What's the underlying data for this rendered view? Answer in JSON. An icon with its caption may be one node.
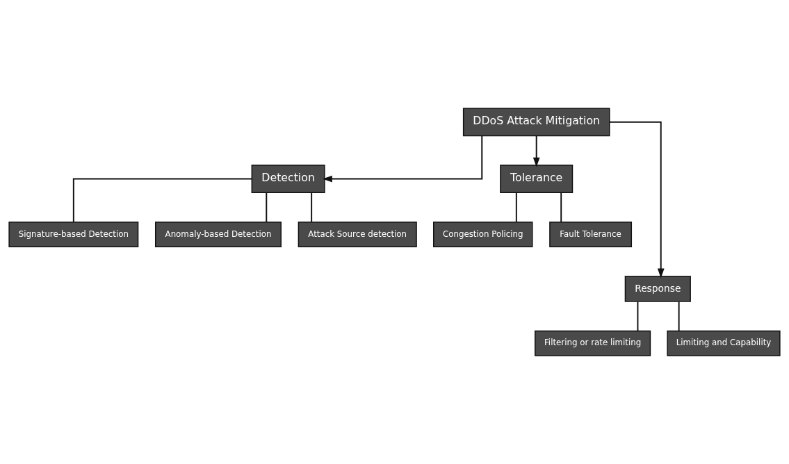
{
  "diagram": {
    "nodes": [
      {
        "text": [
          "DDoS Attack Mitigation"
        ]
      },
      {
        "text": [
          "Detection"
        ]
      },
      {
        "text": [
          "Tolerance"
        ]
      },
      {
        "text": [
          "Signature-based Detection"
        ]
      },
      {
        "text": [
          "Anomaly-based Detection"
        ]
      },
      {
        "text": [
          "Attack Source detection"
        ]
      },
      {
        "text": [
          "Congestion Policing"
        ]
      },
      {
        "text": [
          "Fault Tolerance"
        ]
      },
      {
        "text": [
          "Response"
        ]
      },
      {
        "text": [
          "Filtering or rate limiting"
        ]
      },
      {
        "text": [
          "Limiting and Capability"
        ]
      }
    ],
    "edges": [
      {
        "from": 0,
        "to": 1,
        "arrow": "to"
      },
      {
        "from": 0,
        "to": 8,
        "arrow": "to"
      },
      {
        "from": 0,
        "to": 2,
        "arrow": "to"
      },
      {
        "from": 1,
        "to": 3,
        "arrow": "none"
      },
      {
        "from": 1,
        "to": 4,
        "arrow": "none"
      },
      {
        "from": 1,
        "to": 5,
        "arrow": "none"
      },
      {
        "from": 2,
        "to": 6,
        "arrow": "none"
      },
      {
        "from": 2,
        "to": 7,
        "arrow": "none"
      },
      {
        "from": 8,
        "to": 9,
        "arrow": "none"
      },
      {
        "from": 8,
        "to": 10,
        "arrow": "none"
      }
    ]
  }
}
